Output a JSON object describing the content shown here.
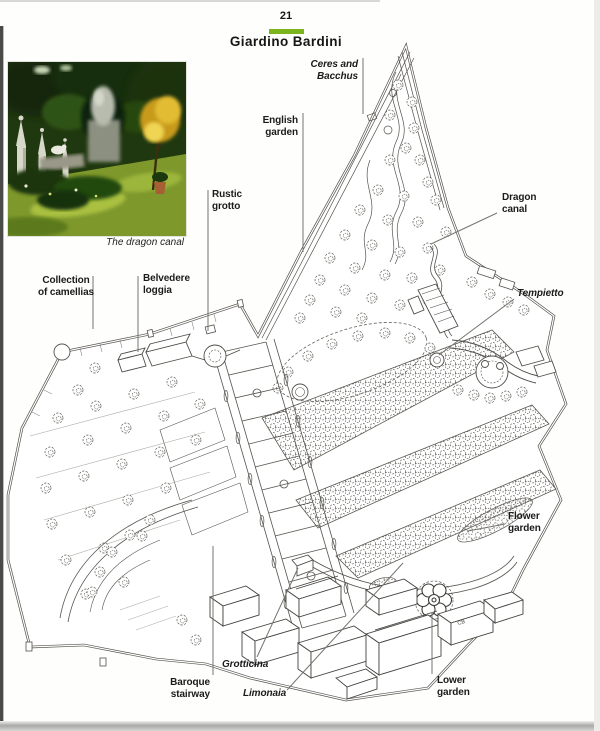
{
  "page": {
    "number": "21",
    "title": "Giardino Bardini"
  },
  "colors": {
    "accent_green": "#7cb41e",
    "ink": "#4b4945",
    "leader": "#76746e",
    "label_text": "#1b1b1b"
  },
  "photo": {
    "caption": "The dragon canal"
  },
  "map": {
    "signature": "CB",
    "labels": {
      "ceres": {
        "line1": "Ceres and",
        "line2": "Bacchus"
      },
      "english": {
        "line1": "English",
        "line2": "garden"
      },
      "rustic": {
        "line1": "Rustic",
        "line2": "grotto"
      },
      "dragon": {
        "line1": "Dragon",
        "line2": "canal"
      },
      "camellias": {
        "line1": "Collection",
        "line2": "of camellias"
      },
      "belvedere": {
        "line1": "Belvedere",
        "line2": "loggia"
      },
      "tempietto": {
        "line1": "Tempietto"
      },
      "flower": {
        "line1": "Flower",
        "line2": "garden"
      },
      "grotticina": {
        "line1": "Grotticina"
      },
      "baroque": {
        "line1": "Baroque",
        "line2": "stairway"
      },
      "limonaia": {
        "line1": "Limonaia"
      },
      "lower": {
        "line1": "Lower",
        "line2": "garden"
      }
    }
  }
}
